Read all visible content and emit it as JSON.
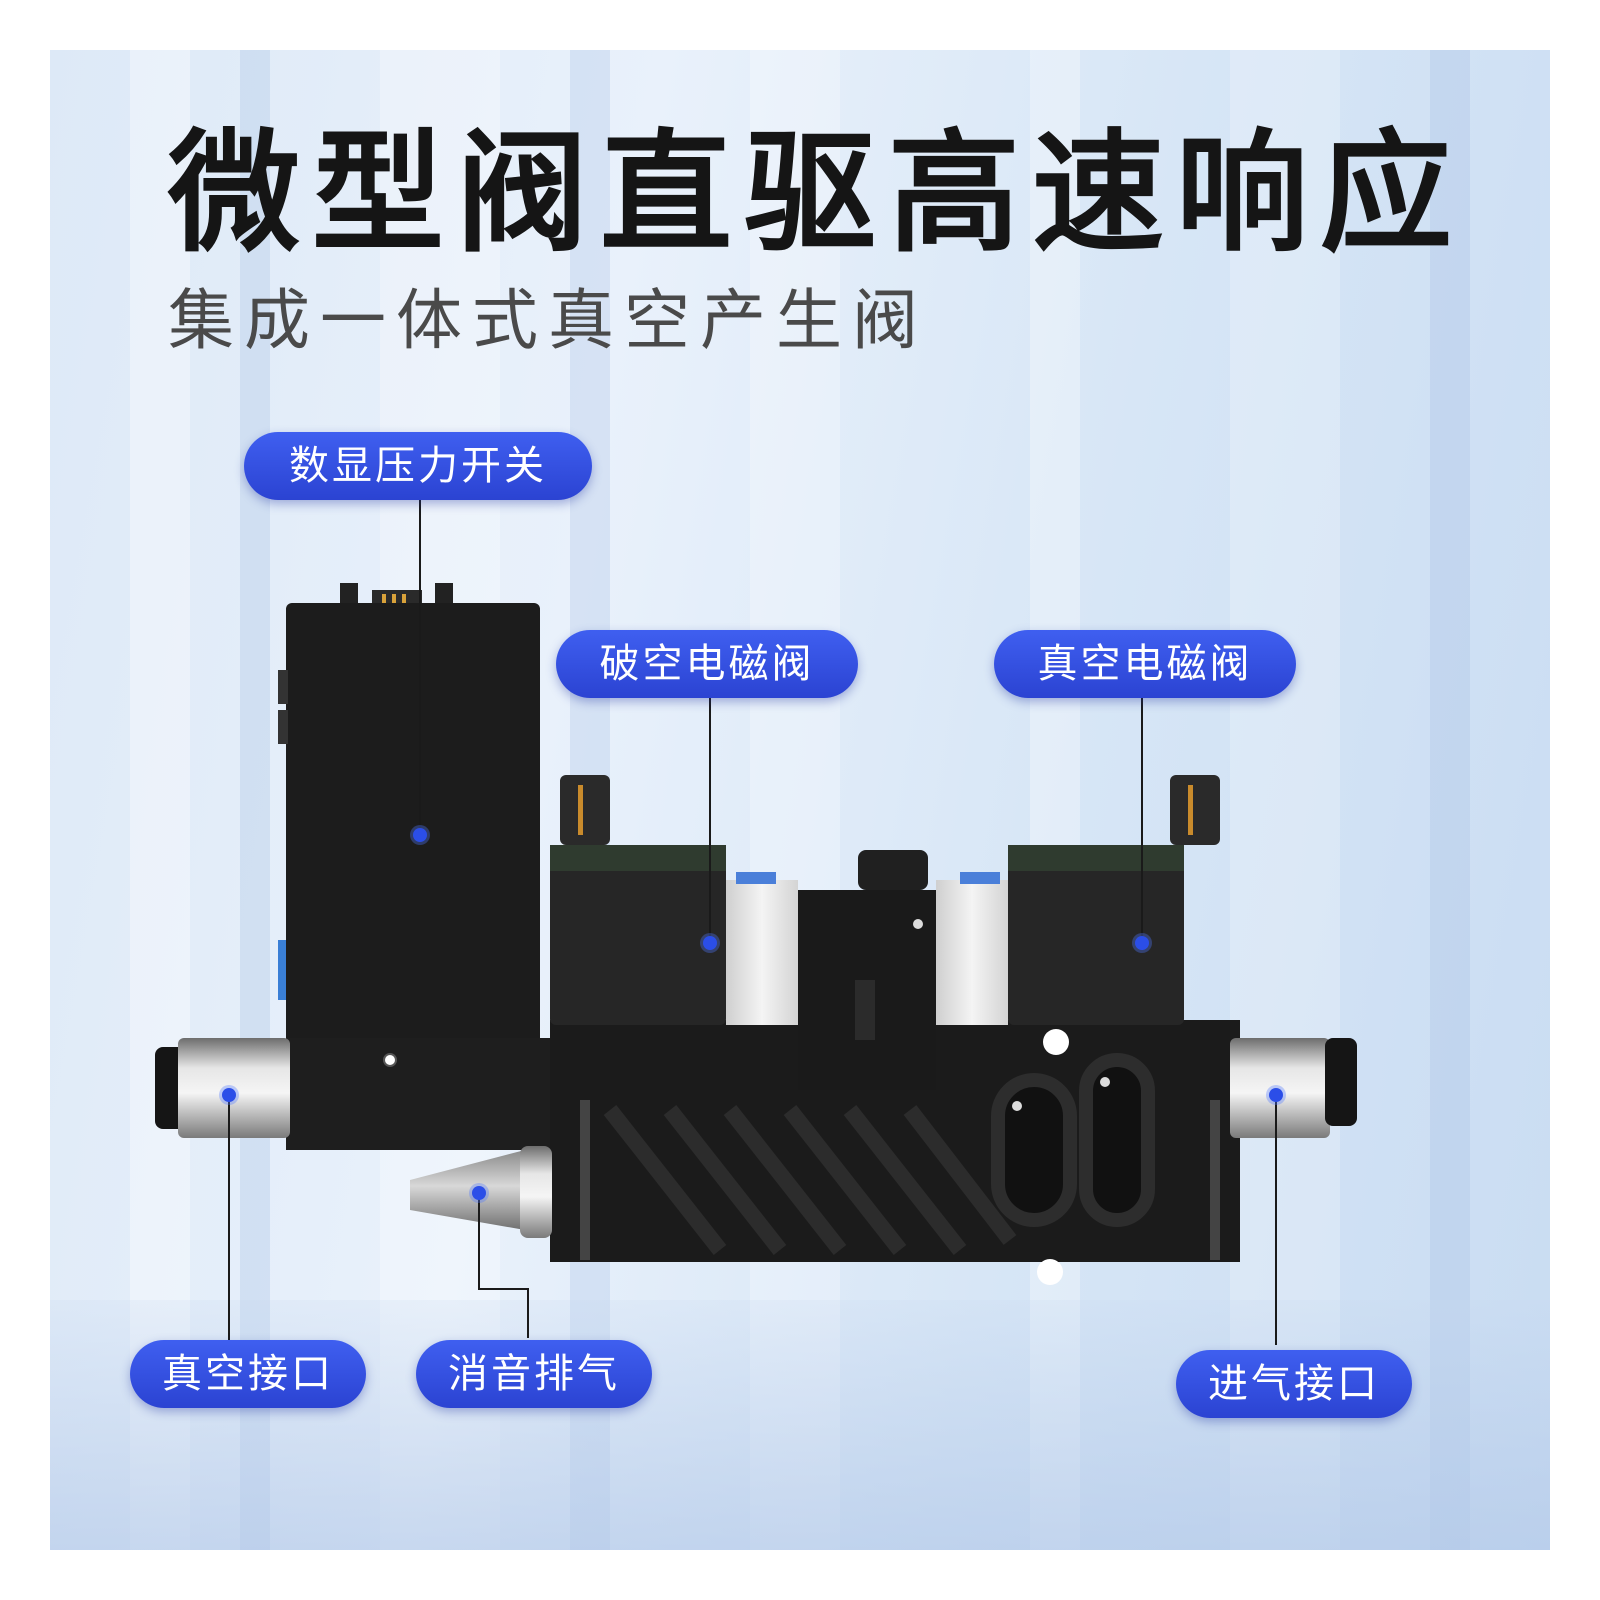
{
  "headline": "微型阀直驱高速响应",
  "subheadline": "集成一体式真空产生阀",
  "callouts": {
    "pressure_switch": "数显压力开关",
    "break_valve": "破空电磁阀",
    "vacuum_valve": "真空电磁阀",
    "vacuum_port": "真空接口",
    "muffler_exhaust": "消音排气",
    "air_inlet": "进气接口"
  },
  "colors": {
    "label_blue": "#2f4be0",
    "body_black": "#1b1b1b",
    "background_blue": "#dde9f7"
  }
}
